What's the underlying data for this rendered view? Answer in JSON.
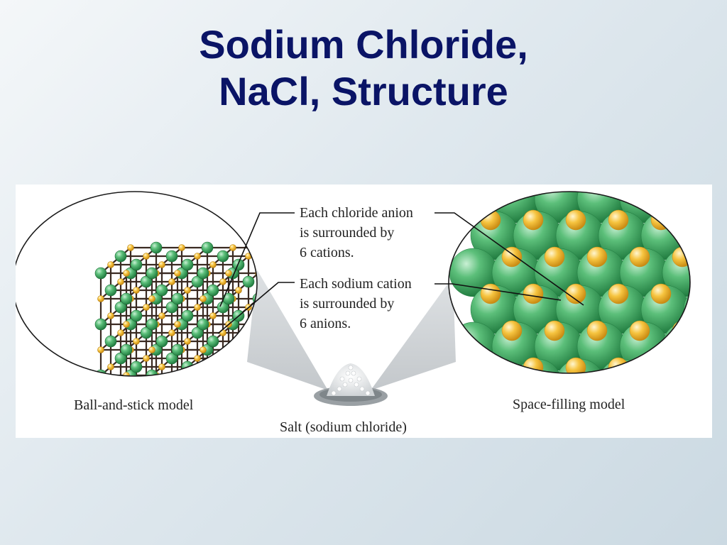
{
  "title": {
    "line1": "Sodium Chloride,",
    "line2": "NaCl, Structure"
  },
  "annotations": {
    "chloride": [
      "Each chloride anion",
      "is surrounded by",
      "6 cations."
    ],
    "sodium": [
      "Each sodium cation",
      "is surrounded by",
      "6 anions."
    ]
  },
  "labels": {
    "ball_and_stick": "Ball-and-stick model",
    "space_filling": "Space-filling model",
    "salt": "Salt (sodium chloride)"
  },
  "colors": {
    "title": "#0a1466",
    "chloride": "#3aa15a",
    "sodium": "#f2b632",
    "bond": "#3a2a22"
  }
}
